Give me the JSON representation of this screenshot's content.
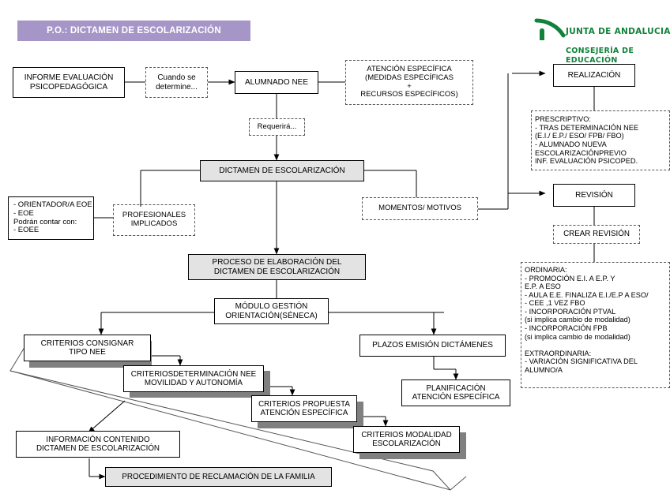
{
  "title_banner": {
    "text": "P.O.: DICTAMEN DE ESCOLARIZACIÓN"
  },
  "logo": {
    "line1": "JUNTA DE ANDALUCIA",
    "line2": "CONSEJERÍA DE EDUCACIÓN",
    "color": "#11823b",
    "icon": "andalusia-arch-logo"
  },
  "colors": {
    "banner": "#a696c8",
    "shaded_fill": "#e3e3e3",
    "shadow": "#808080",
    "line": "#000000"
  },
  "nodes": {
    "informe_evaluacion": "INFORME EVALUACIÓN\nPSICOPEDAGÓGICA",
    "cuando_se_determine": "Cuando se\ndetermine...",
    "alumnado_nee": "ALUMNADO NEE",
    "atencion_especifica": "ATENCIÓN ESPECÍFICA\n(MEDIDAS ESPECÍFICAS\n+\nRECURSOS ESPECÍFICOS)",
    "requerira": "Requerirá...",
    "dictamen_escolarizacion": "DICTAMEN DE ESCOLARIZACIÓN",
    "profesionales_implicados": "PROFESIONALES\nIMPLICADOS",
    "orientador_list": "- ORIENTADOR/A EOE\n- EOE\nPodrán contar con:\n- EOEE",
    "momentos_motivos": "MOMENTOS/ MOTIVOS",
    "proceso_elaboracion": "PROCESO DE ELABORACIÓN DEL\nDICTAMEN DE ESCOLARIZACIÓN",
    "modulo_gestion": "MÓDULO GESTIÓN\nORIENTACIÓN(SÉNECA)",
    "criterios_consignar": "CRITERIOS CONSIGNAR\nTIPO NEE",
    "criterios_determinacion": "CRITERIOSDETERMINACIÓN NEE\nMOVILIDAD Y AUTONOMÍA",
    "criterios_propuesta": "CRITERIOS PROPUESTA\nATENCIÓN ESPECÍFICA",
    "criterios_modalidad": "CRITERIOS MODALIDAD\nESCOLARIZACIÓN",
    "plazos_emision": "PLAZOS EMISIÓN DICTÁMENES",
    "planificacion_atencion": "PLANIFICACIÓN\nATENCIÓN ESPECÍFICA",
    "informacion_contenido": "INFORMACIÓN CONTENIDO\nDICTAMEN DE ESCOLARIZACIÓN",
    "procedimiento_reclamacion": "PROCEDIMIENTO DE RECLAMACIÓN DE LA FAMILIA",
    "realizacion": "REALIZACIÓN",
    "prescriptivo": "PRESCRIPTIVO:\n- TRAS DETERMINACIÓN NEE\n  (E.I./ E.P./ ESO/ FPB/ FBO)\n- ALUMNADO NUEVA\n  ESCOLARIZACIÓNPREVIO\n  INF. EVALUACIÓN PSICOPED.",
    "revision": "REVISIÓN",
    "crear_revision": "CREAR REVISIÓN",
    "ordinaria_extraordinaria": "ORDINARIA:\n- PROMOCIÓN E.I. A E.P. Y\n   E.P. A ESO\n- AULA E.E. FINALIZA E.I./E.P A ESO/\n- CEE ,1 VEZ FBO\n- INCORPORACIÓN PTVAL\n   (si implica cambio de modalidad)\n- INCORPORACIÓN FPB\n   (si implica cambio de modalidad)\n\nEXTRAORDINARIA:\n- VARIACIÓN SIGNIFICATIVA DEL\n  ALUMNO/A"
  }
}
